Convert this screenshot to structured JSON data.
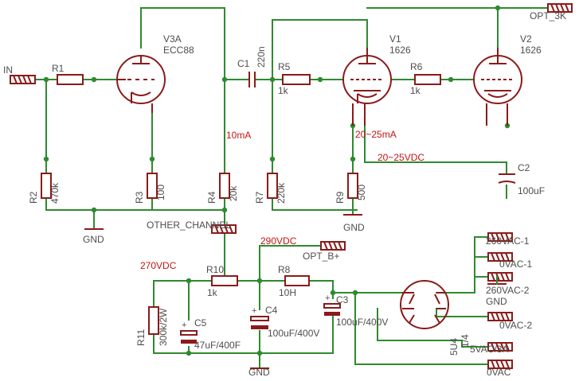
{
  "schematic": {
    "tubes": {
      "v3a": {
        "ref": "V3A",
        "type": "ECC88"
      },
      "v1": {
        "ref": "V1",
        "type": "1626"
      },
      "v2": {
        "ref": "V2",
        "type": "1626"
      },
      "rect": {
        "ref": "5U4",
        "pin": "1/4"
      }
    },
    "resistors": {
      "r1": {
        "ref": "R1",
        "value": ""
      },
      "r2": {
        "ref": "R2",
        "value": "470k"
      },
      "r3": {
        "ref": "R3",
        "value": "100"
      },
      "r4": {
        "ref": "R4",
        "value": "20k"
      },
      "r5": {
        "ref": "R5",
        "value": "1k"
      },
      "r6": {
        "ref": "R6",
        "value": "1k"
      },
      "r7": {
        "ref": "R7",
        "value": "220k"
      },
      "r9": {
        "ref": "R9",
        "value": "500"
      },
      "r10": {
        "ref": "R10",
        "value": "1k"
      },
      "r11": {
        "ref": "R11",
        "value": "300k/2W"
      },
      "r8": {
        "ref": "R8",
        "value": "10H"
      }
    },
    "capacitors": {
      "c1": {
        "ref": "C1",
        "value": "220n"
      },
      "c2": {
        "ref": "C2",
        "value": "100uF"
      },
      "c3": {
        "ref": "C3",
        "value": "100uF/400V"
      },
      "c4": {
        "ref": "C4",
        "value": "100uF/400V"
      },
      "c5": {
        "ref": "C5",
        "value": "47uF/400F"
      }
    },
    "connectors": {
      "in": "IN",
      "opt_3k": "OPT_3K",
      "other_channel": "OTHER_CHANNEL",
      "opt_b": "OPT_B+",
      "vac260_1": "260VAC-1",
      "vac0_1": "0VAC-1",
      "vac260_2": "260VAC-2",
      "vac0_2": "0VAC-2",
      "vac5": "5VAC/3A",
      "vac0": "0VAC"
    },
    "grounds": {
      "g1": "GND",
      "g2": "GND",
      "g3": "GND",
      "g4": "GND"
    },
    "annotations": {
      "ma10": "10mA",
      "ma20_25": "20~25mA",
      "vdc20_25": "20~25VDC",
      "vdc290": "290VDC",
      "vdc270": "270VDC"
    }
  }
}
